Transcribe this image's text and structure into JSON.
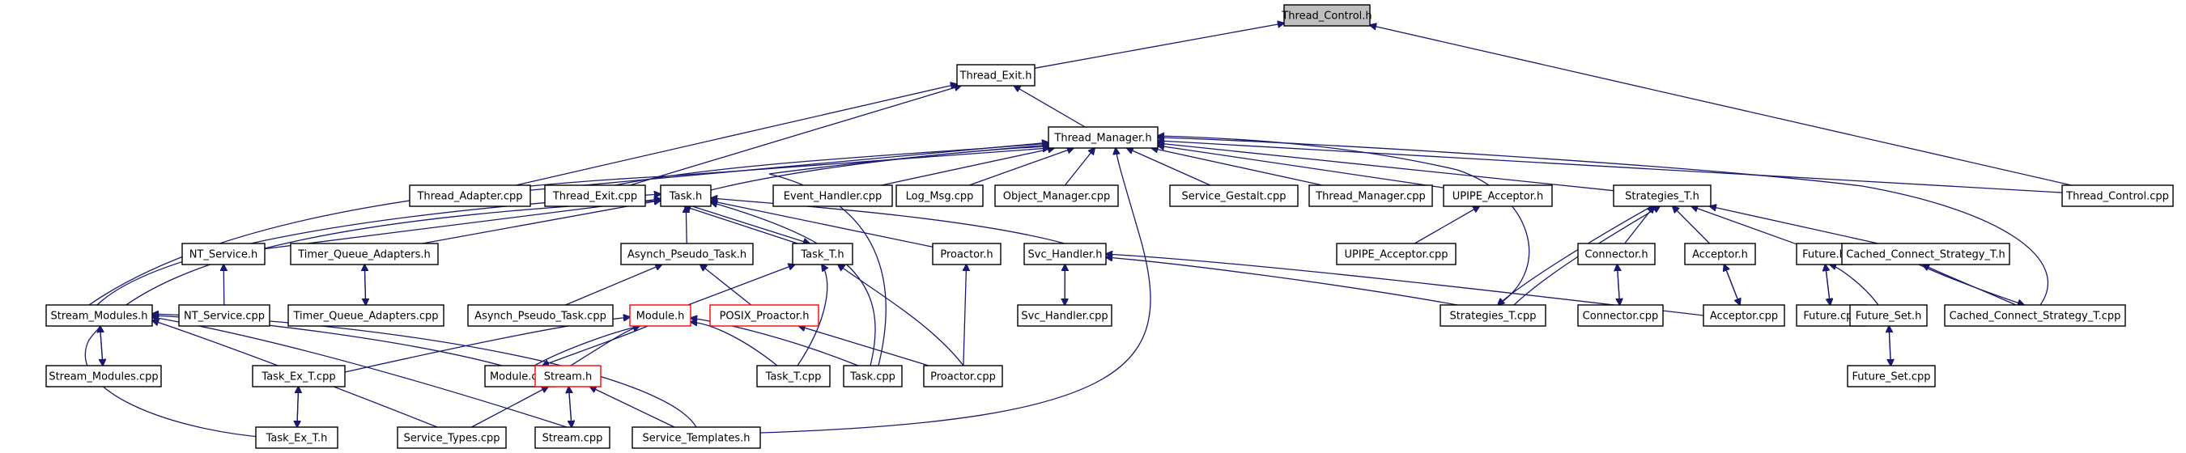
{
  "graph": {
    "colors": {
      "edge": "#191970",
      "root_fill": "#bfbfbf",
      "normal_border": "#000000",
      "highlight_border": "#ff0000"
    },
    "nodes": [
      {
        "id": "thread_control_h",
        "label": "Thread_Control.h",
        "style": "root"
      },
      {
        "id": "thread_exit_h",
        "label": "Thread_Exit.h"
      },
      {
        "id": "thread_manager_h",
        "label": "Thread_Manager.h"
      },
      {
        "id": "thread_adapter_cpp",
        "label": "Thread_Adapter.cpp"
      },
      {
        "id": "thread_exit_cpp",
        "label": "Thread_Exit.cpp"
      },
      {
        "id": "task_h",
        "label": "Task.h"
      },
      {
        "id": "event_handler_cpp",
        "label": "Event_Handler.cpp"
      },
      {
        "id": "log_msg_cpp",
        "label": "Log_Msg.cpp"
      },
      {
        "id": "object_manager_cpp",
        "label": "Object_Manager.cpp"
      },
      {
        "id": "service_gestalt_cpp",
        "label": "Service_Gestalt.cpp"
      },
      {
        "id": "thread_manager_cpp",
        "label": "Thread_Manager.cpp"
      },
      {
        "id": "upipe_acceptor_h",
        "label": "UPIPE_Acceptor.h"
      },
      {
        "id": "strategies_t_h",
        "label": "Strategies_T.h"
      },
      {
        "id": "thread_control_cpp",
        "label": "Thread_Control.cpp"
      },
      {
        "id": "nt_service_h",
        "label": "NT_Service.h"
      },
      {
        "id": "timer_queue_adapters_h",
        "label": "Timer_Queue_Adapters.h"
      },
      {
        "id": "asynch_pseudo_task_h",
        "label": "Asynch_Pseudo_Task.h"
      },
      {
        "id": "task_t_h",
        "label": "Task_T.h"
      },
      {
        "id": "proactor_h",
        "label": "Proactor.h"
      },
      {
        "id": "svc_handler_h",
        "label": "Svc_Handler.h"
      },
      {
        "id": "upipe_acceptor_cpp",
        "label": "UPIPE_Acceptor.cpp"
      },
      {
        "id": "connector_h",
        "label": "Connector.h"
      },
      {
        "id": "acceptor_h",
        "label": "Acceptor.h"
      },
      {
        "id": "future_h",
        "label": "Future.h"
      },
      {
        "id": "cached_connect_strategy_t_h",
        "label": "Cached_Connect_Strategy_T.h"
      },
      {
        "id": "nt_service_cpp",
        "label": "NT_Service.cpp"
      },
      {
        "id": "timer_queue_adapters_cpp",
        "label": "Timer_Queue_Adapters.cpp"
      },
      {
        "id": "asynch_pseudo_task_cpp",
        "label": "Asynch_Pseudo_Task.cpp"
      },
      {
        "id": "stream_modules_h",
        "label": "Stream_Modules.h"
      },
      {
        "id": "module_h",
        "label": "Module.h",
        "style": "highlight"
      },
      {
        "id": "posix_proactor_h",
        "label": "POSIX_Proactor.h",
        "style": "highlight"
      },
      {
        "id": "svc_handler_cpp",
        "label": "Svc_Handler.cpp"
      },
      {
        "id": "strategies_t_cpp",
        "label": "Strategies_T.cpp"
      },
      {
        "id": "connector_cpp",
        "label": "Connector.cpp"
      },
      {
        "id": "acceptor_cpp",
        "label": "Acceptor.cpp"
      },
      {
        "id": "future_cpp",
        "label": "Future.cpp"
      },
      {
        "id": "future_set_h",
        "label": "Future_Set.h"
      },
      {
        "id": "cached_connect_strategy_t_cpp",
        "label": "Cached_Connect_Strategy_T.cpp"
      },
      {
        "id": "stream_modules_cpp",
        "label": "Stream_Modules.cpp"
      },
      {
        "id": "module_cpp",
        "label": "Module.cpp"
      },
      {
        "id": "task_t_cpp",
        "label": "Task_T.cpp"
      },
      {
        "id": "task_cpp",
        "label": "Task.cpp"
      },
      {
        "id": "proactor_cpp",
        "label": "Proactor.cpp"
      },
      {
        "id": "task_ex_t_cpp",
        "label": "Task_Ex_T.cpp"
      },
      {
        "id": "stream_h",
        "label": "Stream.h",
        "style": "highlight"
      },
      {
        "id": "future_set_cpp",
        "label": "Future_Set.cpp"
      },
      {
        "id": "task_ex_t_h",
        "label": "Task_Ex_T.h"
      },
      {
        "id": "service_types_cpp",
        "label": "Service_Types.cpp"
      },
      {
        "id": "stream_cpp",
        "label": "Stream.cpp"
      },
      {
        "id": "service_templates_h",
        "label": "Service_Templates.h"
      }
    ],
    "edges": [
      [
        "thread_exit_h",
        "thread_control_h"
      ],
      [
        "thread_control_cpp",
        "thread_control_h"
      ],
      [
        "thread_manager_h",
        "thread_exit_h"
      ],
      [
        "thread_adapter_cpp",
        "thread_exit_h"
      ],
      [
        "thread_exit_cpp",
        "thread_exit_h"
      ],
      [
        "thread_adapter_cpp",
        "thread_manager_h"
      ],
      [
        "thread_exit_cpp",
        "thread_manager_h"
      ],
      [
        "task_h",
        "thread_manager_h"
      ],
      [
        "event_handler_cpp",
        "thread_manager_h"
      ],
      [
        "log_msg_cpp",
        "thread_manager_h"
      ],
      [
        "object_manager_cpp",
        "thread_manager_h"
      ],
      [
        "service_gestalt_cpp",
        "thread_manager_h"
      ],
      [
        "thread_manager_cpp",
        "thread_manager_h"
      ],
      [
        "upipe_acceptor_h",
        "thread_manager_h"
      ],
      [
        "strategies_t_h",
        "thread_manager_h"
      ],
      [
        "thread_control_cpp",
        "thread_manager_h"
      ],
      [
        "strategies_t_cpp",
        "thread_manager_h"
      ],
      [
        "cached_connect_strategy_t_cpp",
        "thread_manager_h"
      ],
      [
        "task_cpp",
        "thread_manager_h"
      ],
      [
        "service_templates_h",
        "thread_manager_h"
      ],
      [
        "stream_modules_h",
        "thread_manager_h"
      ],
      [
        "nt_service_h",
        "task_h"
      ],
      [
        "timer_queue_adapters_h",
        "task_h"
      ],
      [
        "asynch_pseudo_task_h",
        "task_h"
      ],
      [
        "task_t_h",
        "task_h"
      ],
      [
        "proactor_h",
        "task_h"
      ],
      [
        "svc_handler_h",
        "task_h"
      ],
      [
        "stream_modules_h",
        "task_h"
      ],
      [
        "task_ex_t_h",
        "task_h"
      ],
      [
        "task_cpp",
        "task_h"
      ],
      [
        "task_h",
        "task_t_h"
      ],
      [
        "upipe_acceptor_cpp",
        "upipe_acceptor_h"
      ],
      [
        "strategies_t_cpp",
        "strategies_t_h"
      ],
      [
        "connector_h",
        "strategies_t_h"
      ],
      [
        "acceptor_h",
        "strategies_t_h"
      ],
      [
        "future_h",
        "strategies_t_h"
      ],
      [
        "cached_connect_strategy_t_h",
        "strategies_t_h"
      ],
      [
        "strategies_t_h",
        "strategies_t_cpp"
      ],
      [
        "nt_service_cpp",
        "nt_service_h"
      ],
      [
        "timer_queue_adapters_cpp",
        "timer_queue_adapters_h"
      ],
      [
        "timer_queue_adapters_h",
        "timer_queue_adapters_cpp"
      ],
      [
        "asynch_pseudo_task_cpp",
        "asynch_pseudo_task_h"
      ],
      [
        "posix_proactor_h",
        "asynch_pseudo_task_h"
      ],
      [
        "module_h",
        "task_t_h"
      ],
      [
        "task_t_cpp",
        "task_t_h"
      ],
      [
        "proactor_cpp",
        "task_t_h"
      ],
      [
        "proactor_cpp",
        "proactor_h"
      ],
      [
        "svc_handler_cpp",
        "svc_handler_h"
      ],
      [
        "svc_handler_h",
        "svc_handler_cpp"
      ],
      [
        "strategies_t_cpp",
        "svc_handler_h"
      ],
      [
        "acceptor_cpp",
        "svc_handler_h"
      ],
      [
        "connector_cpp",
        "connector_h"
      ],
      [
        "connector_h",
        "connector_cpp"
      ],
      [
        "acceptor_cpp",
        "acceptor_h"
      ],
      [
        "acceptor_h",
        "acceptor_cpp"
      ],
      [
        "future_cpp",
        "future_h"
      ],
      [
        "future_h",
        "future_cpp"
      ],
      [
        "future_set_h",
        "future_h"
      ],
      [
        "cached_connect_strategy_t_cpp",
        "cached_connect_strategy_t_h"
      ],
      [
        "cached_connect_strategy_t_h",
        "cached_connect_strategy_t_cpp"
      ],
      [
        "stream_modules_cpp",
        "stream_modules_h"
      ],
      [
        "stream_modules_h",
        "stream_modules_cpp"
      ],
      [
        "module_cpp",
        "module_h"
      ],
      [
        "module_h",
        "module_cpp"
      ],
      [
        "task_t_cpp",
        "module_h"
      ],
      [
        "task_cpp",
        "module_h"
      ],
      [
        "task_ex_t_cpp",
        "module_h"
      ],
      [
        "stream_h",
        "module_h"
      ],
      [
        "proactor_cpp",
        "posix_proactor_h"
      ],
      [
        "future_set_cpp",
        "future_set_h"
      ],
      [
        "future_set_h",
        "future_set_cpp"
      ],
      [
        "task_ex_t_h",
        "task_ex_t_cpp"
      ],
      [
        "task_ex_t_cpp",
        "task_ex_t_h"
      ],
      [
        "stream_cpp",
        "stream_h"
      ],
      [
        "stream_h",
        "stream_cpp"
      ],
      [
        "service_types_cpp",
        "stream_h"
      ],
      [
        "service_templates_h",
        "stream_h"
      ],
      [
        "module_cpp",
        "stream_modules_h"
      ],
      [
        "service_types_cpp",
        "stream_modules_h"
      ],
      [
        "stream_cpp",
        "stream_modules_h"
      ],
      [
        "service_templates_h",
        "stream_modules_h"
      ]
    ]
  }
}
